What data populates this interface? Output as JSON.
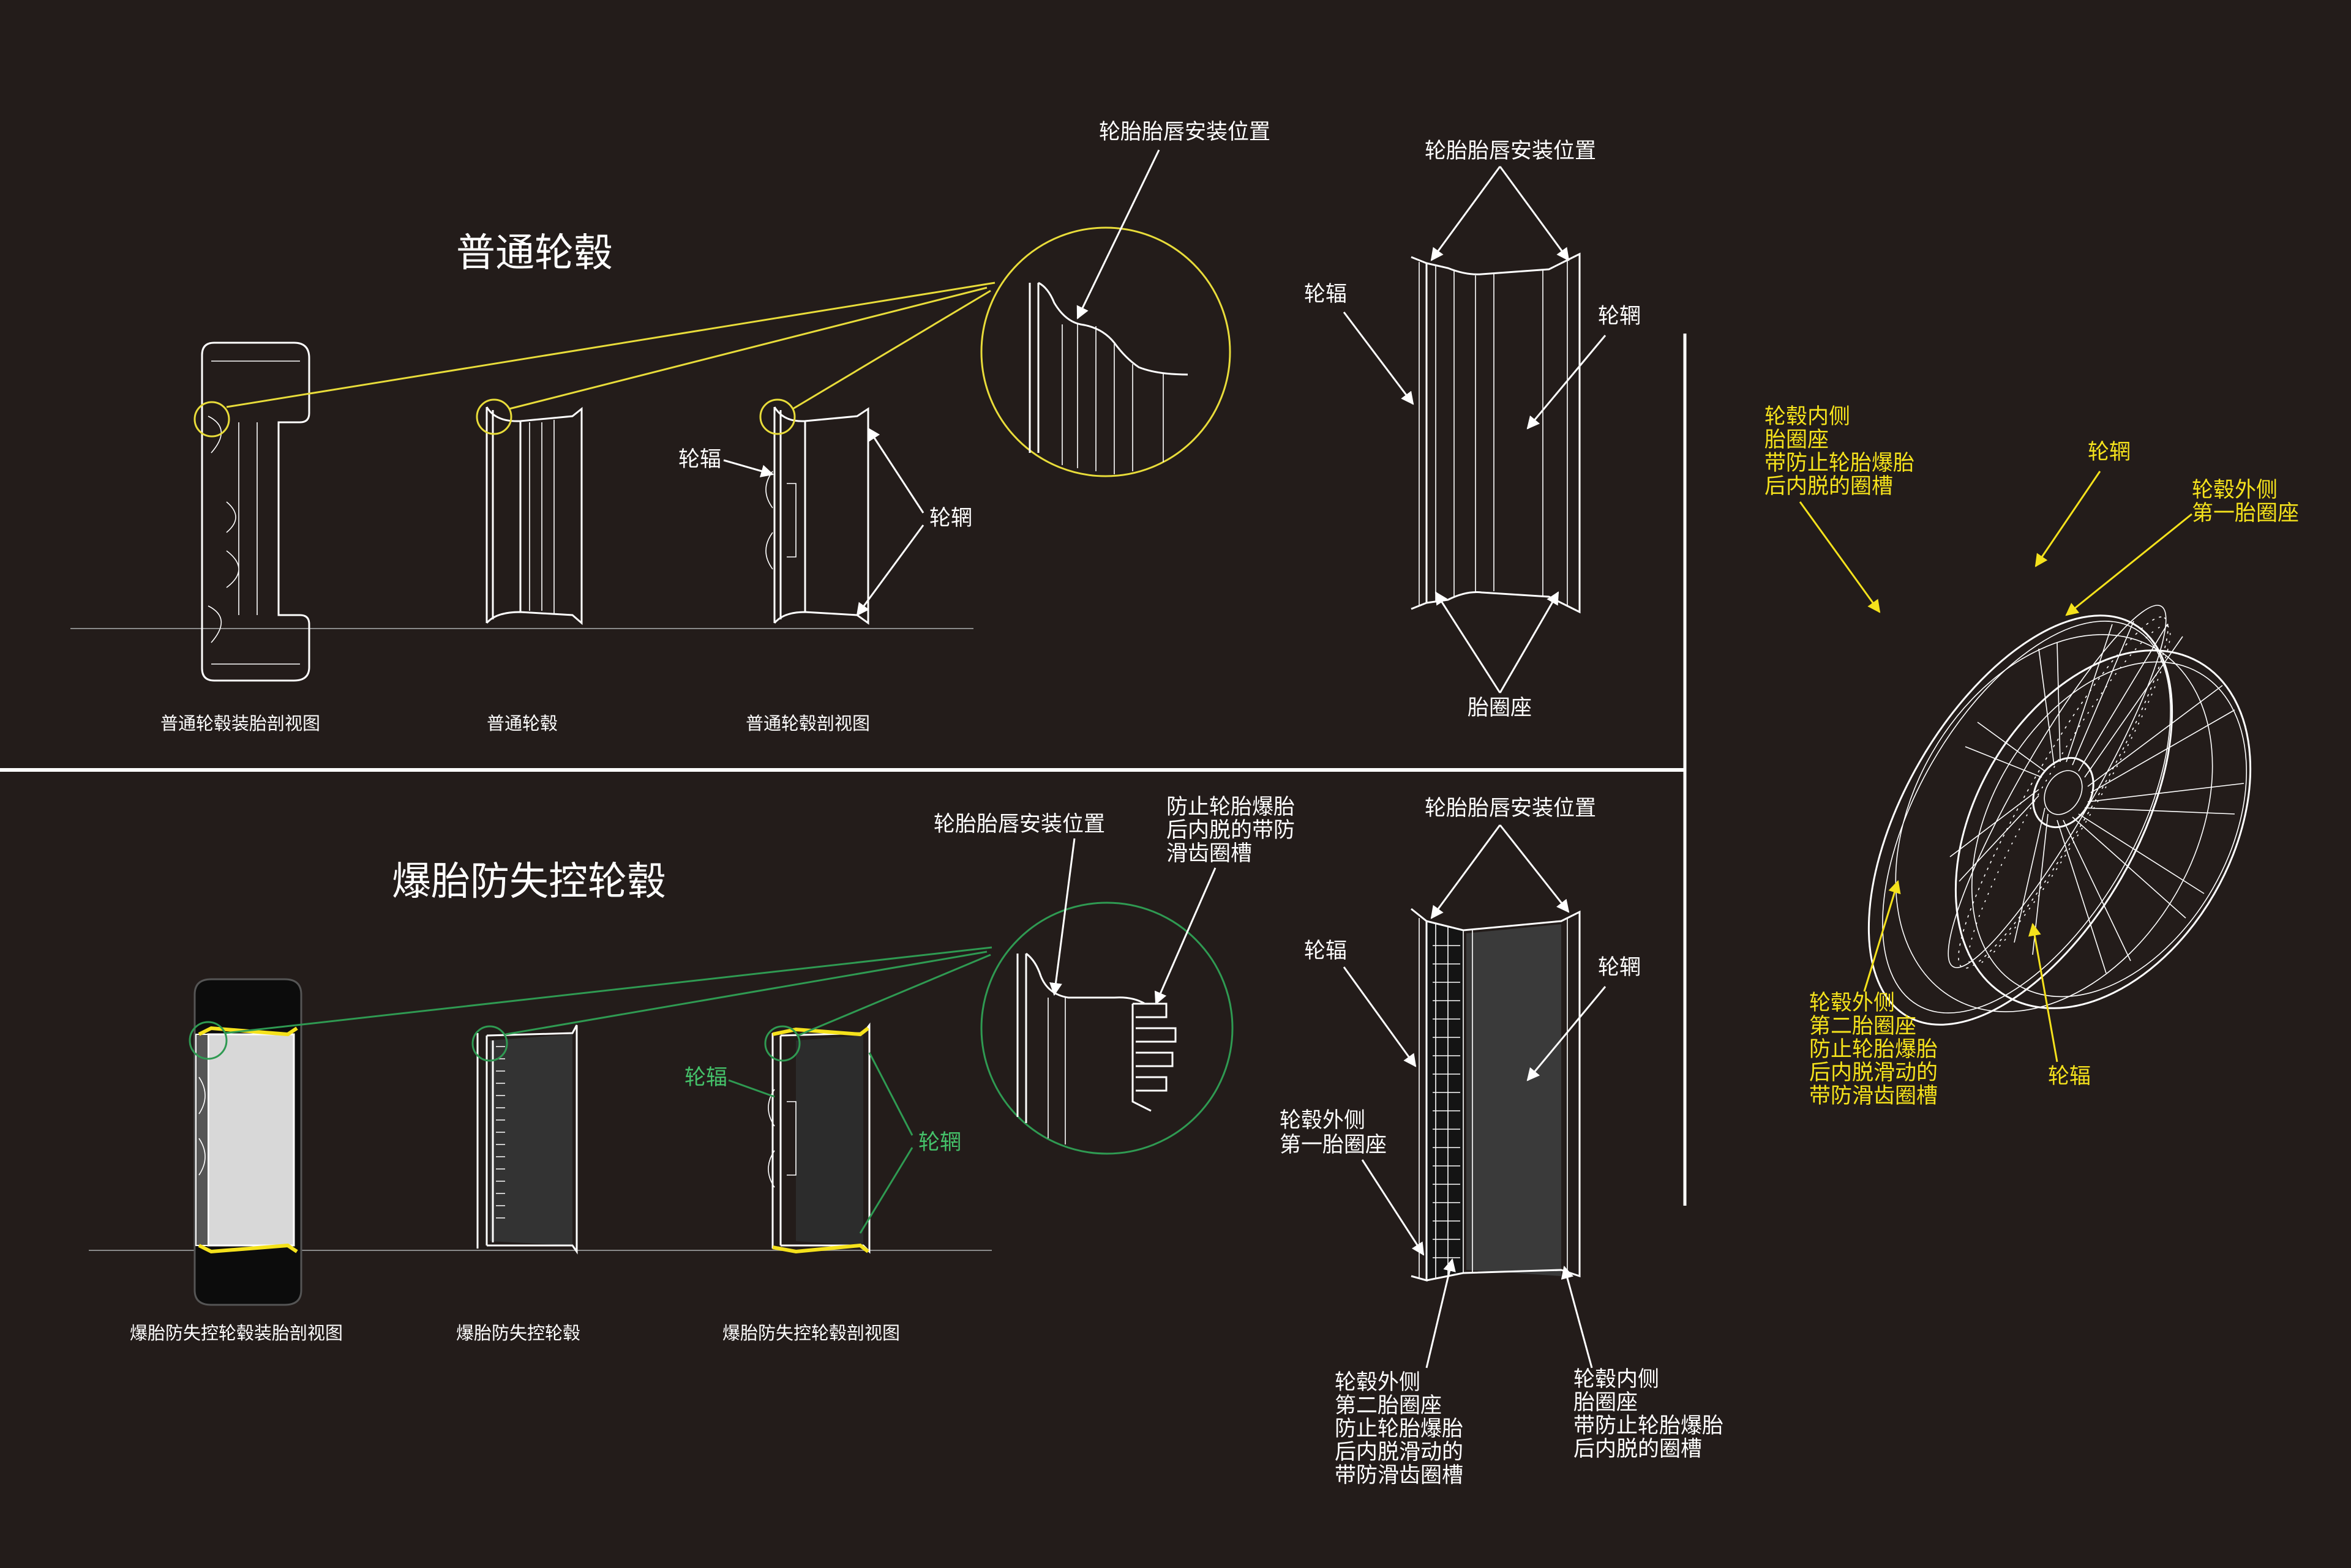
{
  "colors": {
    "background": "#231c1a",
    "line": "#ffffff",
    "normal_highlight": "#e8dc3a",
    "runflat_highlight": "#2f9a52",
    "right_label": "#f5e21c",
    "runflat_label": "#45c26a"
  },
  "top": {
    "title": "普通轮毂",
    "captions": [
      "普通轮毂装胎剖视图",
      "普通轮毂",
      "普通轮毂剖视图"
    ],
    "callouts": {
      "bead_position": "轮胎胎唇安装位置",
      "spoke": "轮辐",
      "rim": "轮辋"
    },
    "profile": {
      "bead_position": "轮胎胎唇安装位置",
      "spoke": "轮辐",
      "rim": "轮辋",
      "bead_seat": "胎圈座"
    }
  },
  "bottom": {
    "title": "爆胎防失控轮毂",
    "captions": [
      "爆胎防失控轮毂装胎剖视图",
      "爆胎防失控轮毂",
      "爆胎防失控轮毂剖视图"
    ],
    "callouts": {
      "bead_position": "轮胎胎唇安装位置",
      "anti_slip_groove": [
        "防止轮胎爆胎",
        "后内脱的带防",
        "滑齿圈槽"
      ],
      "spoke": "轮辐",
      "rim": "轮辋"
    },
    "profile": {
      "bead_position": "轮胎胎唇安装位置",
      "spoke": "轮辐",
      "rim": "轮辋",
      "outer_first_seat": [
        "轮毂外侧",
        "第一胎圈座"
      ],
      "outer_second_seat": [
        "轮毂外侧",
        "第二胎圈座",
        "防止轮胎爆胎",
        "后内脱滑动的",
        "带防滑齿圈槽"
      ],
      "inner_seat": [
        "轮毂内侧",
        "胎圈座",
        "带防止轮胎爆胎",
        "后内脱的圈槽"
      ]
    }
  },
  "right": {
    "inner_seat": [
      "轮毂内侧",
      "胎圈座",
      "带防止轮胎爆胎",
      "后内脱的圈槽"
    ],
    "rim": "轮辋",
    "outer_first_seat": [
      "轮毂外侧",
      "第一胎圈座"
    ],
    "outer_second_seat": [
      "轮毂外侧",
      "第二胎圈座",
      "防止轮胎爆胎",
      "后内脱滑动的",
      "带防滑齿圈槽"
    ],
    "spoke": "轮辐"
  }
}
